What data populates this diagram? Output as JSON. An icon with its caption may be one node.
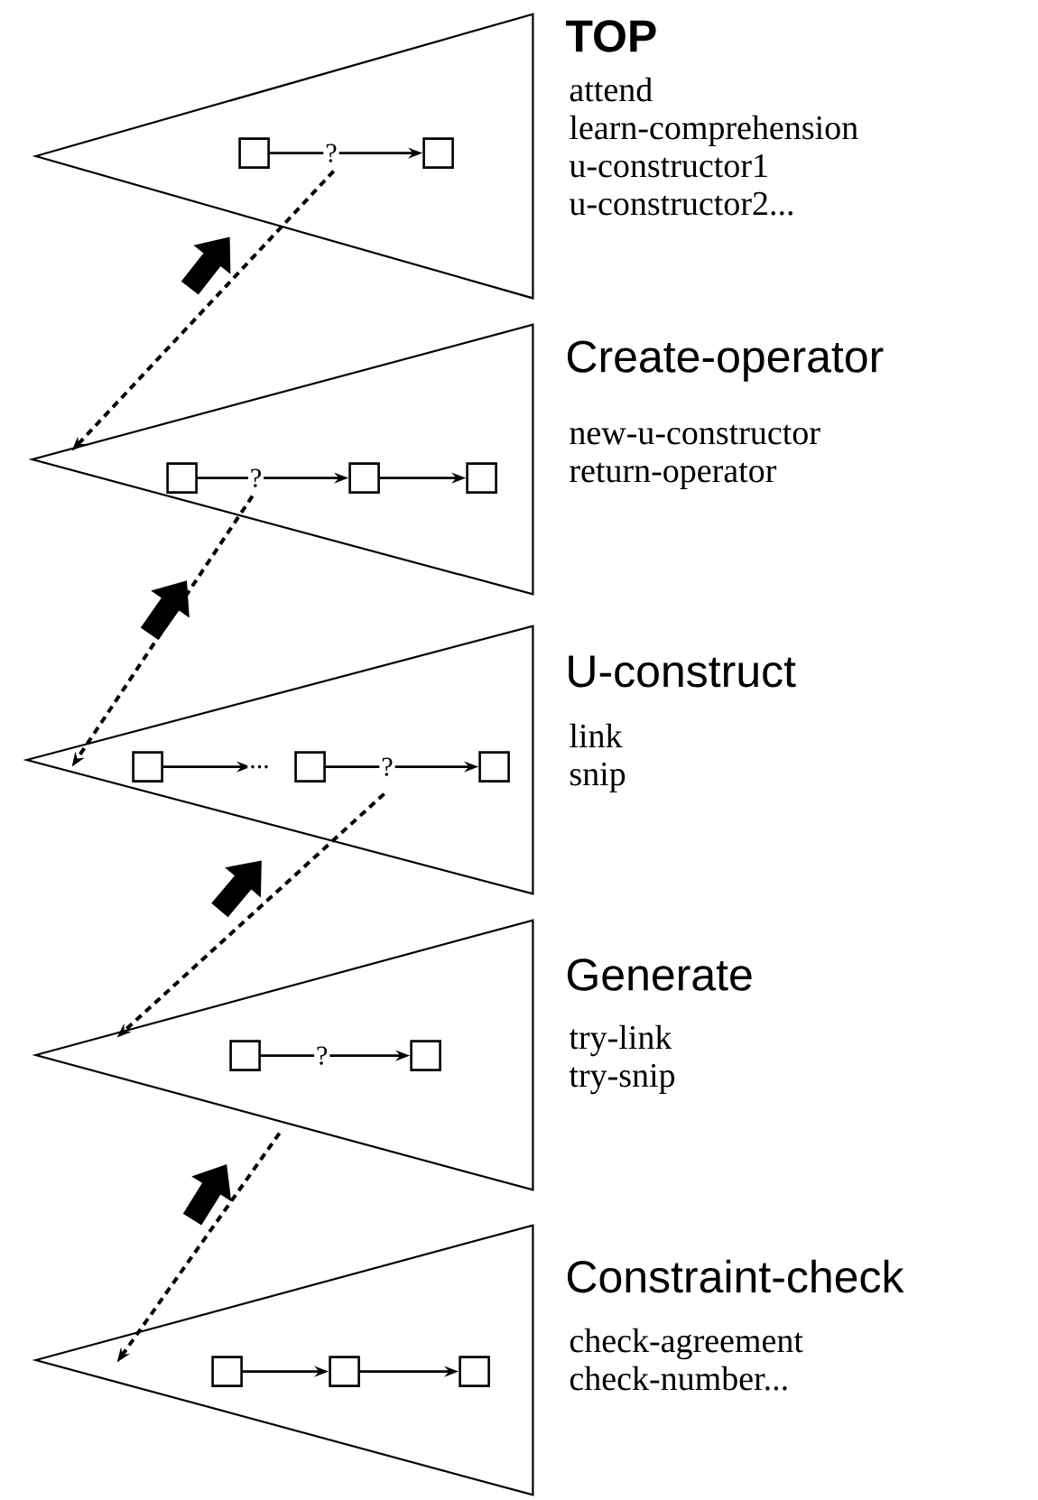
{
  "diagram": {
    "nodes": [
      {
        "text": [
          "TOP",
          "attend",
          "learn-comprehension",
          "u-constructor1",
          "u-constructor2..."
        ]
      },
      {
        "text": [],
        "shape": "box",
        "in": 0
      },
      {
        "text": [],
        "shape": "box",
        "in": 0
      },
      {
        "text": [
          "Create-operator",
          "new-u-constructor",
          "return-operator"
        ]
      },
      {
        "text": [],
        "shape": "box",
        "in": 3
      },
      {
        "text": [],
        "shape": "box",
        "in": 3
      },
      {
        "text": [],
        "shape": "box",
        "in": 3
      },
      {
        "text": [
          "U-construct",
          "link",
          "snip"
        ]
      },
      {
        "text": [],
        "shape": "box",
        "in": 7
      },
      {
        "text": [],
        "shape": "box",
        "in": 7
      },
      {
        "text": [],
        "shape": "box",
        "in": 7
      },
      {
        "text": [
          "Generate",
          "try-link",
          "try-snip"
        ]
      },
      {
        "text": [],
        "shape": "box",
        "in": 11
      },
      {
        "text": [],
        "shape": "box",
        "in": 11
      },
      {
        "text": [
          "Constraint-check",
          "check-agreement",
          "check-number..."
        ]
      },
      {
        "text": [],
        "shape": "box",
        "in": 14
      },
      {
        "text": [],
        "shape": "box",
        "in": 14
      },
      {
        "text": [],
        "shape": "box",
        "in": 14
      }
    ],
    "edges": [
      {
        "from": 1,
        "to": 2,
        "arrow": "to",
        "label": "?"
      },
      {
        "from": 4,
        "to": 5,
        "arrow": "to",
        "label": "?"
      },
      {
        "from": 5,
        "to": 6,
        "arrow": "to"
      },
      {
        "from": 8,
        "to": 9,
        "arrow": "to",
        "label": "..."
      },
      {
        "from": 9,
        "to": 10,
        "arrow": "to",
        "label": "?"
      },
      {
        "from": 12,
        "to": 13,
        "arrow": "to",
        "label": "?"
      },
      {
        "from": 15,
        "to": 16,
        "arrow": "to"
      },
      {
        "from": 16,
        "to": 17,
        "arrow": "to"
      },
      {
        "from": 0,
        "to": 3,
        "arrow": "to",
        "style": "dashed"
      },
      {
        "from": 3,
        "to": 7,
        "arrow": "to",
        "style": "dashed"
      },
      {
        "from": 7,
        "to": 11,
        "arrow": "to",
        "style": "dashed"
      },
      {
        "from": 11,
        "to": 14,
        "arrow": "to",
        "style": "dashed"
      }
    ]
  }
}
